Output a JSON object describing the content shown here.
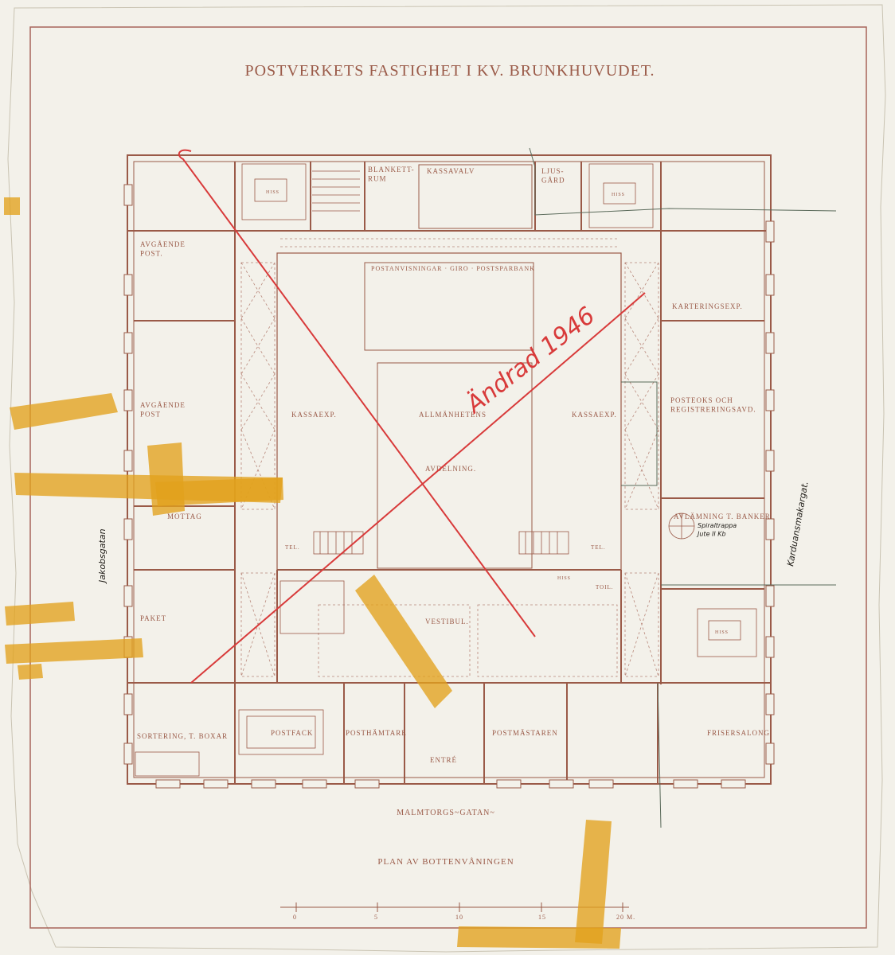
{
  "title": "POSTVERKETS FASTIGHET I KV. BRUNKHUVUDET.",
  "subtitle": "PLAN AV BOTTENVÅNINGEN",
  "street_south": "MALMTORGS~GATAN~",
  "street_west": "Jakobsgatan",
  "street_east": "Karduansmakargat.",
  "annotation_red": "Ändrad 1946",
  "annotation_pencil": "Spiraltrappa\nJute II Kb",
  "rooms": {
    "avgaende_post_1": "AVGÅENDE\nPOST.",
    "avgaende_post_2": "AVGÅENDE\nPOST",
    "mottagning": "MOTTAG",
    "paket": "PAKET",
    "sortering": "SORTERING, T. BOXAR",
    "postfack": "POSTFACK",
    "posthamtare": "POSTHÄMTARE",
    "entre": "ENTRÉ",
    "postmastaren": "POSTMÄSTAREN",
    "frisersalong": "FRISERSALONG",
    "blankettrum": "BLANKETT-\nRUM",
    "kassavalv": "KASSAVALV",
    "ljusgard": "LJUS-\nGÅRD",
    "postanvisningar": "POSTANVISNINGAR · GIRO · POSTSPARBANK",
    "allmanheten": "ALLMÄNHETENS",
    "avdelning": "AVDELNING.",
    "kassaexp_left": "KASSAEXP.",
    "kassaexp_right": "KASSAEXP.",
    "karteringsexp": "KARTERINGSEXP.",
    "posteoks": "POSTEOKS OCH\nREGISTRERINGSAVD.",
    "avlamning": "AVLÄMNING T. BANKER",
    "vestibul": "VESTIBUL.",
    "tel": "TEL.",
    "toil": "TOIL.",
    "hiss": "HISS"
  },
  "scale_bar": {
    "ticks": [
      "0",
      "5",
      "10",
      "15",
      "20 M."
    ]
  },
  "colors": {
    "paper": "#f3f1ea",
    "ink": "#9a5a48",
    "red_pencil": "#d83a3a",
    "tape": "#e2a21c"
  }
}
